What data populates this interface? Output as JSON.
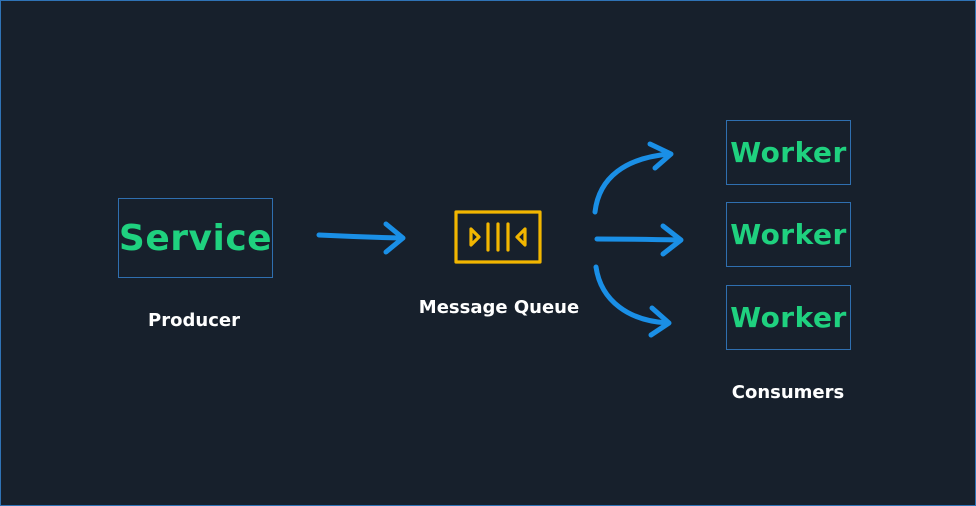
{
  "diagram": {
    "producer": {
      "node_label": "Service",
      "caption": "Producer"
    },
    "queue": {
      "caption": "Message Queue",
      "icon": "message-queue-icon"
    },
    "consumers": {
      "caption": "Consumers",
      "workers": [
        {
          "label": "Worker"
        },
        {
          "label": "Worker"
        },
        {
          "label": "Worker"
        }
      ]
    },
    "colors": {
      "background": "#17202c",
      "node_text": "#1fd17f",
      "node_border": "#2f6fb0",
      "arrow": "#1a8fe6",
      "queue_icon": "#f2b600",
      "caption_text": "#ffffff"
    }
  }
}
